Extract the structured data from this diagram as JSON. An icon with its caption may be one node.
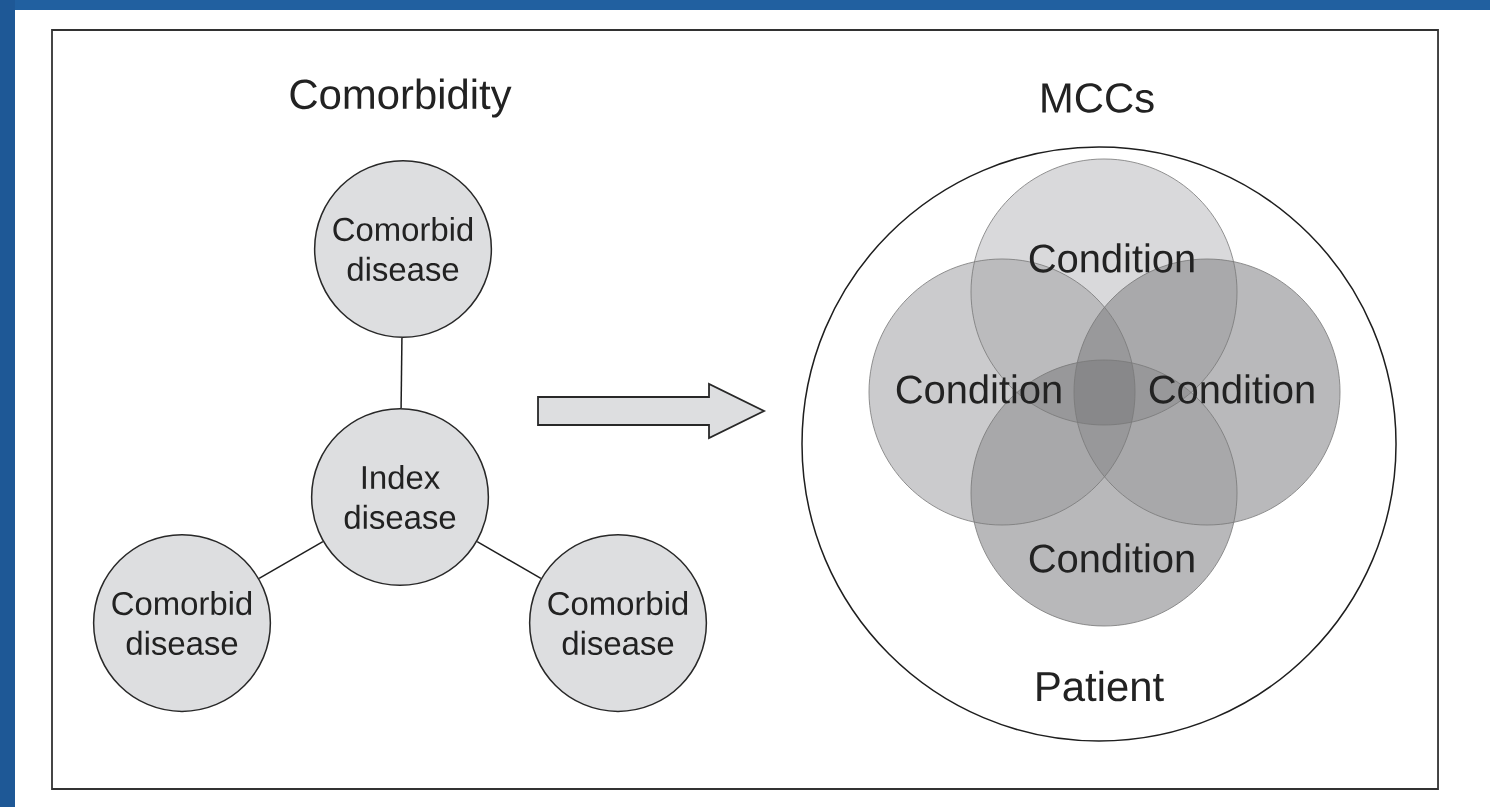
{
  "diagram": {
    "nodes": [
      {
        "text": [
          "Comorbid disease"
        ]
      },
      {
        "text": [
          "Index disease"
        ]
      },
      {
        "text": [
          "Comorbid disease"
        ]
      },
      {
        "text": [
          "Comorbid disease"
        ]
      },
      {
        "text": [
          "Patient"
        ]
      },
      {
        "text": [
          "Condition"
        ],
        "in": 4
      },
      {
        "text": [
          "Condition"
        ],
        "in": 4
      },
      {
        "text": [
          "Condition"
        ],
        "in": 4
      },
      {
        "text": [
          "Condition"
        ],
        "in": 4
      }
    ],
    "edges": [
      {
        "from": 0,
        "to": 1,
        "arrow": "none"
      },
      {
        "from": 1,
        "to": 2,
        "arrow": "none"
      },
      {
        "from": 1,
        "to": 3,
        "arrow": "none"
      },
      {
        "from": null,
        "to": 4,
        "arrow": "to",
        "style": "thick"
      }
    ],
    "labels": [
      "Comorbidity",
      "MCCs"
    ]
  }
}
